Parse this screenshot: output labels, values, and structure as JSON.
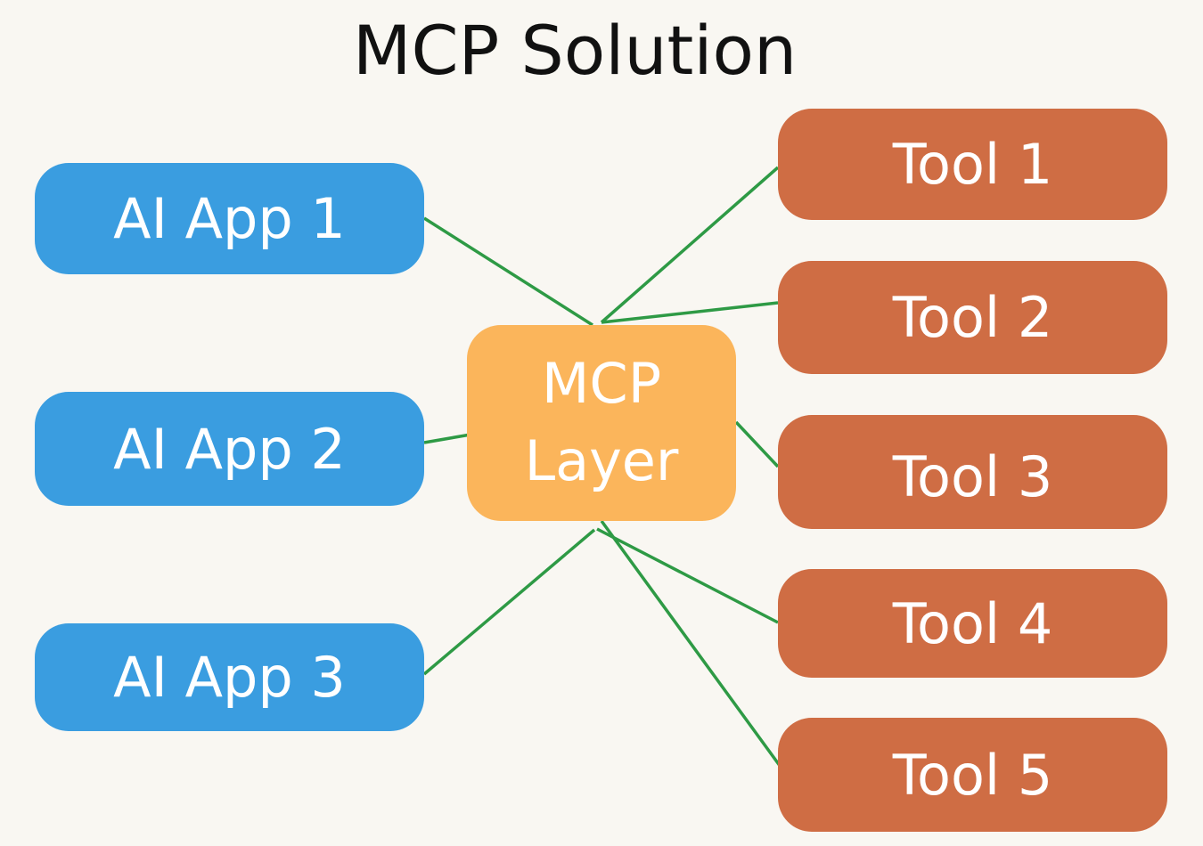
{
  "title": "MCP Solution",
  "apps": [
    {
      "label": "AI App 1"
    },
    {
      "label": "AI App 2"
    },
    {
      "label": "AI App 3"
    }
  ],
  "hub": {
    "line1": "MCP",
    "line2": "Layer"
  },
  "tools": [
    {
      "label": "Tool 1"
    },
    {
      "label": "Tool 2"
    },
    {
      "label": "Tool 3"
    },
    {
      "label": "Tool 4"
    },
    {
      "label": "Tool 5"
    }
  ],
  "colors": {
    "app": "#3a9de0",
    "tool": "#cf6d44",
    "hub": "#fbb55b",
    "edge": "#2e9a45"
  },
  "edges": [
    {
      "from": "AI App 1",
      "to": "MCP Layer"
    },
    {
      "from": "AI App 2",
      "to": "MCP Layer"
    },
    {
      "from": "AI App 3",
      "to": "MCP Layer"
    },
    {
      "from": "MCP Layer",
      "to": "Tool 1"
    },
    {
      "from": "MCP Layer",
      "to": "Tool 2"
    },
    {
      "from": "MCP Layer",
      "to": "Tool 3"
    },
    {
      "from": "MCP Layer",
      "to": "Tool 4"
    },
    {
      "from": "MCP Layer",
      "to": "Tool 5"
    }
  ]
}
